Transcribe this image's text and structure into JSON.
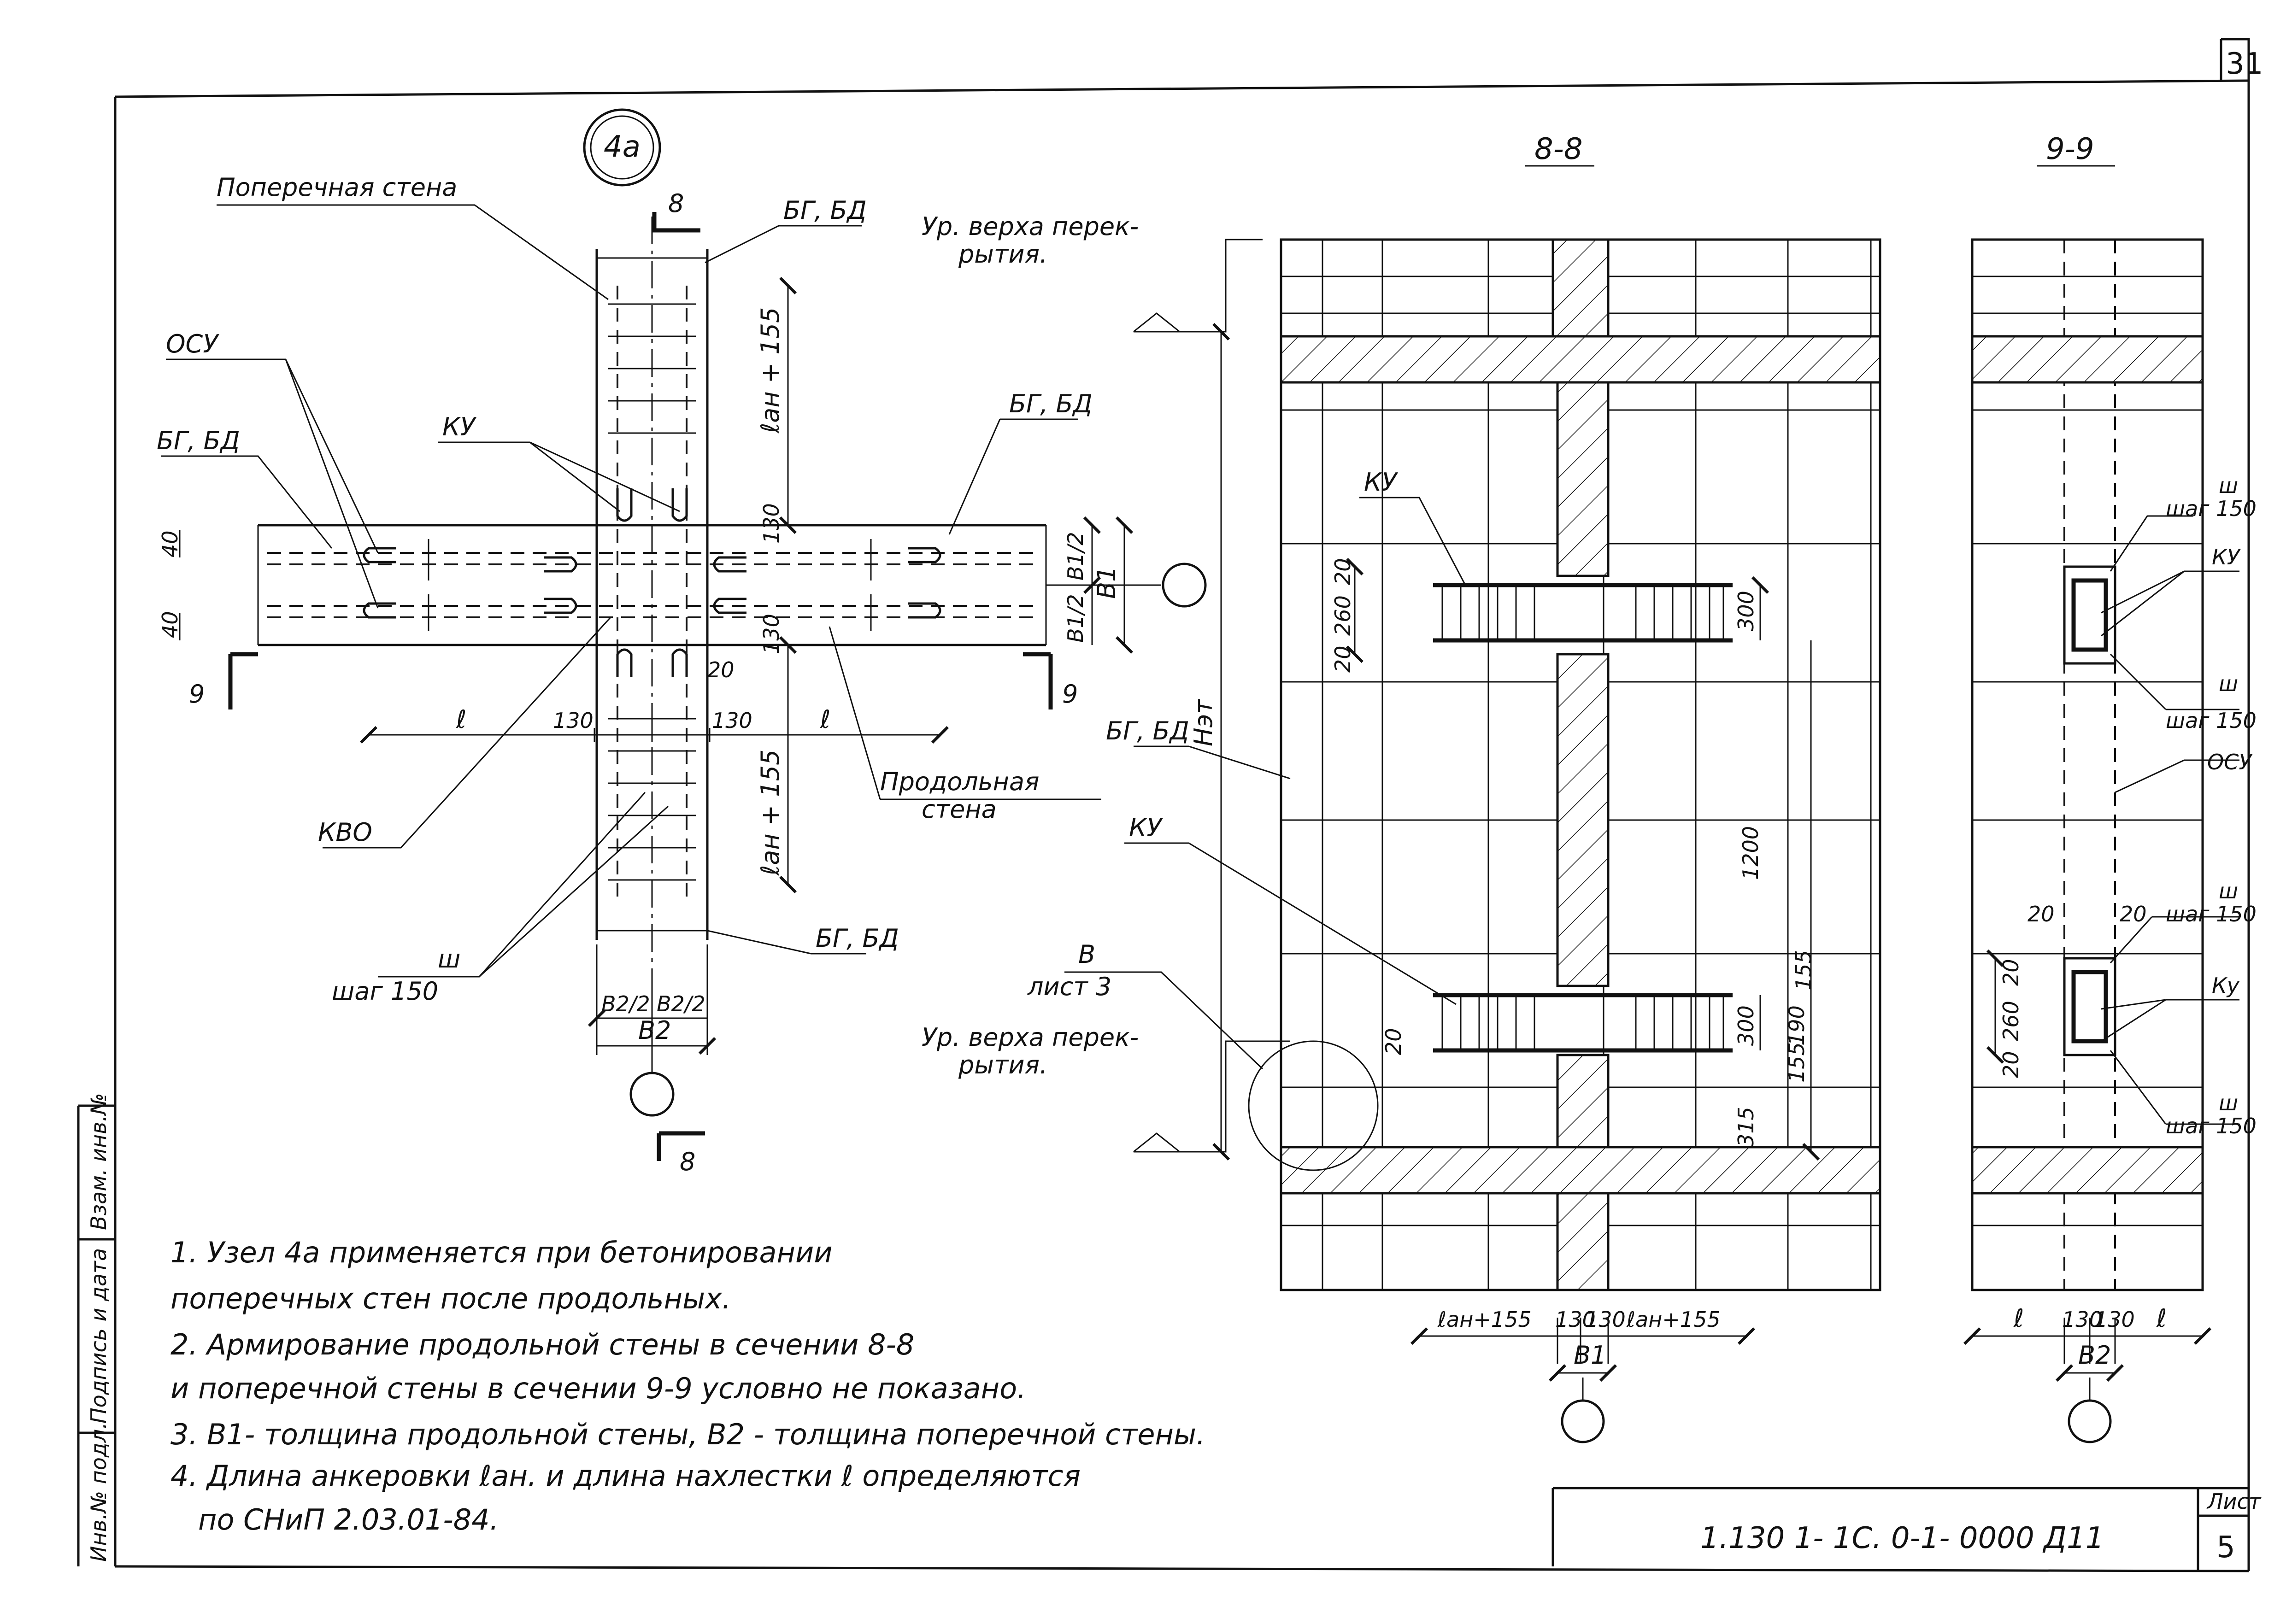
{
  "sheet": {
    "page_number": "31",
    "node_mark": "4а",
    "list_label": "Лист",
    "list_number": "5",
    "doc_code": "1.130   1- 1С. 0-1- 0000 Д11",
    "side_stamp": [
      "Инв.№ подл.",
      "Подпись и дата",
      "Взам. инв.№"
    ]
  },
  "plan": {
    "labels": {
      "transverse_wall": "Поперечная стена",
      "osu": "ОСУ",
      "bg_bd": "БГ, БД",
      "ku": "КУ",
      "kvo": "КВО",
      "longitudinal_wall": [
        "Продольная",
        "стена"
      ],
      "sh": "ш",
      "step": "шаг  150"
    },
    "dims": {
      "lan_155": "ℓан + 155",
      "l": "ℓ",
      "d130": "130",
      "d20": "20",
      "d40": "40",
      "b1_half": "B1/2",
      "b1": "B1",
      "b2_half": "B2/2",
      "b2": "B2"
    },
    "section_marks": {
      "s8": "8",
      "s9": "9"
    }
  },
  "sec88": {
    "title": "8-8",
    "labels": {
      "floor_level": [
        "Ур. верха перек-",
        "рытия."
      ],
      "ku": "КУ",
      "bg_bd": "БГ, БД",
      "ref": [
        "В",
        "лист 3"
      ],
      "het": "Нэт"
    },
    "dims": [
      "20",
      "260",
      "20",
      "300",
      "1200",
      "155",
      "190",
      "155",
      "300",
      "20",
      "315"
    ],
    "bottom_dims": [
      "ℓан+155",
      "130",
      "130",
      "ℓан+155"
    ],
    "b1": "B1"
  },
  "sec99": {
    "title": "9-9",
    "labels": {
      "sh_step": [
        "ш",
        "шаг 150"
      ],
      "ku": "КУ",
      "ku2": "Ку",
      "osu": "ОСУ"
    },
    "dims": [
      "20",
      "20",
      "20",
      "260",
      "20"
    ],
    "bottom_dims": [
      "ℓ",
      "130",
      "130",
      "ℓ"
    ],
    "b2": "B2"
  },
  "notes": [
    "1. Узел 4а применяется при бетонировании",
    "поперечных стен после продольных.",
    "2. Армирование продольной стены в сечении 8-8",
    "и поперечной стены в сечении 9-9 условно не показано.",
    "3. B1- толщина продольной стены, B2 - толщина поперечной стены.",
    "4. Длина анкеровки ℓан. и длина нахлестки ℓ определяются",
    "по СНиП 2.03.01-84."
  ]
}
